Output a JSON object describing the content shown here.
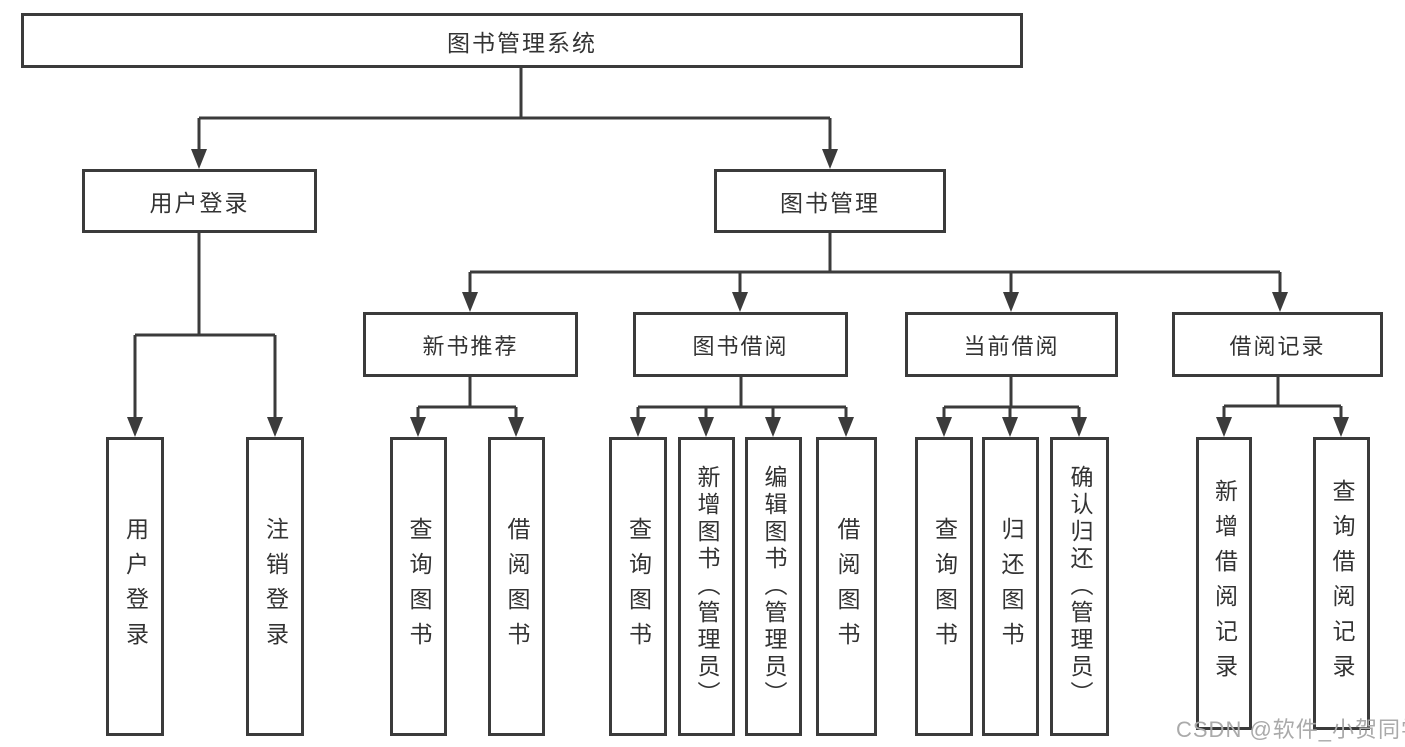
{
  "nodes": {
    "root": {
      "label": "图书管理系统"
    },
    "user_login": {
      "label": "用户登录"
    },
    "book_management": {
      "label": "图书管理"
    },
    "new_book_recommend": {
      "label": "新书推荐"
    },
    "book_borrow": {
      "label": "图书借阅"
    },
    "current_borrow": {
      "label": "当前借阅"
    },
    "borrow_records": {
      "label": "借阅记录"
    },
    "leaf_user_login": {
      "label": "用户登录"
    },
    "leaf_logout": {
      "label": "注销登录"
    },
    "leaf_query_books_recommend": {
      "label": "查询图书"
    },
    "leaf_borrow_books_recommend": {
      "label": "借阅图书"
    },
    "leaf_query_books_borrow": {
      "label": "查询图书"
    },
    "leaf_add_books_admin": {
      "label": "新增图书（管理员）"
    },
    "leaf_edit_books_admin": {
      "label": "编辑图书（管理员）"
    },
    "leaf_borrow_books_borrow": {
      "label": "借阅图书"
    },
    "leaf_query_books_current": {
      "label": "查询图书"
    },
    "leaf_return_books": {
      "label": "归还图书"
    },
    "leaf_confirm_return_admin": {
      "label": "确认归还（管理员）"
    },
    "leaf_add_borrow_record": {
      "label": "新增借阅记录"
    },
    "leaf_query_borrow_record": {
      "label": "查询借阅记录"
    }
  },
  "edges": [
    [
      "root",
      "user_login"
    ],
    [
      "root",
      "book_management"
    ],
    [
      "user_login",
      "leaf_user_login"
    ],
    [
      "user_login",
      "leaf_logout"
    ],
    [
      "book_management",
      "new_book_recommend"
    ],
    [
      "book_management",
      "book_borrow"
    ],
    [
      "book_management",
      "current_borrow"
    ],
    [
      "book_management",
      "borrow_records"
    ],
    [
      "new_book_recommend",
      "leaf_query_books_recommend"
    ],
    [
      "new_book_recommend",
      "leaf_borrow_books_recommend"
    ],
    [
      "book_borrow",
      "leaf_query_books_borrow"
    ],
    [
      "book_borrow",
      "leaf_add_books_admin"
    ],
    [
      "book_borrow",
      "leaf_edit_books_admin"
    ],
    [
      "book_borrow",
      "leaf_borrow_books_borrow"
    ],
    [
      "current_borrow",
      "leaf_query_books_current"
    ],
    [
      "current_borrow",
      "leaf_return_books"
    ],
    [
      "current_borrow",
      "leaf_confirm_return_admin"
    ],
    [
      "borrow_records",
      "leaf_add_borrow_record"
    ],
    [
      "borrow_records",
      "leaf_query_borrow_record"
    ]
  ],
  "watermark": {
    "text": "CSDN @软件_小贺同学"
  },
  "colors": {
    "line": "#3b3b3b",
    "text": "#333333",
    "box_background": "#ffffff",
    "watermark": "#aaaaaa"
  }
}
